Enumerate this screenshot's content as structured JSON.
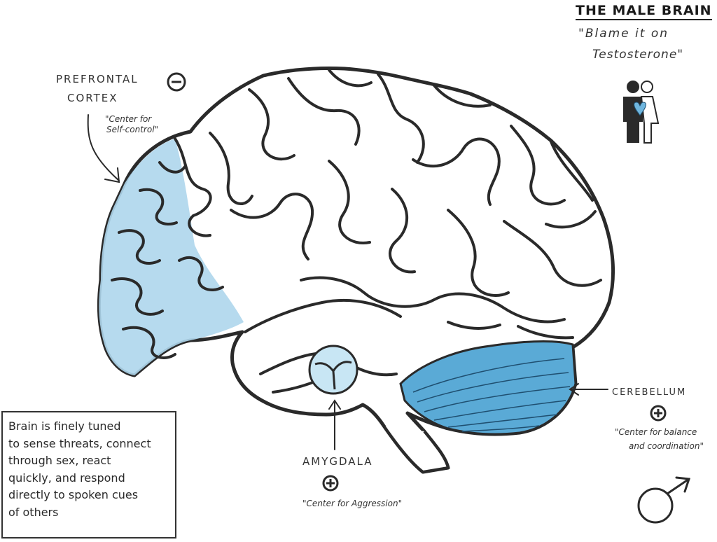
{
  "title": "THE MALE BRAIN",
  "subtitle": {
    "line1": "\"Blame it on",
    "line2": "Testosterone\""
  },
  "prefrontal": {
    "name_line1": "PREFRONTAL",
    "name_line2": "CORTEX",
    "symbol": "minus",
    "desc_line1": "\"Center for",
    "desc_line2": "Self-control\""
  },
  "cerebellum": {
    "name": "CEREBELLUM",
    "symbol": "plus",
    "desc_line1": "\"Center for balance",
    "desc_line2": "and coordination\""
  },
  "amygdala": {
    "name": "AMYGDALA",
    "symbol": "plus",
    "desc": "\"Center for Aggression\""
  },
  "note": "Brain is finely tuned\nto sense threats, connect\nthrough sex, react\nquickly, and respond\ndirectly to spoken cues\nof others",
  "icons": [
    "couple-icon",
    "male-symbol-icon"
  ],
  "colors": {
    "ink": "#2a2a2a",
    "prefrontal_fill": "#aed6ec",
    "cerebellum_fill": "#5aaad6",
    "amygdala_fill": "#c8e6f4",
    "heart": "#6fb6de"
  }
}
